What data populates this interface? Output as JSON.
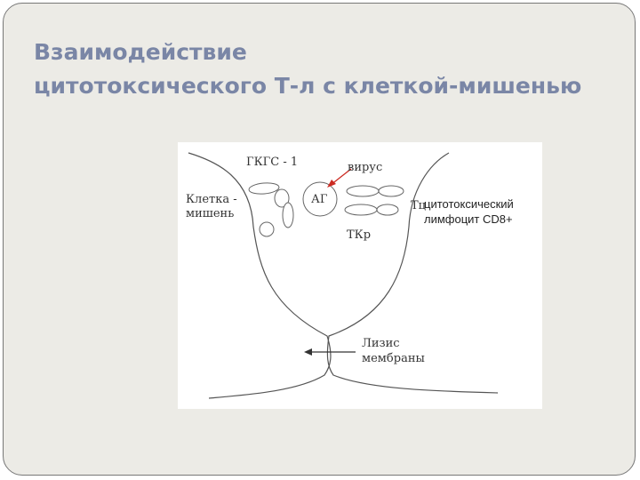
{
  "slide": {
    "title_line1": "Взаимодействие",
    "title_line2": "цитотоксического Т-л с клеткой-мишенью"
  },
  "diagram": {
    "labels": {
      "gkgs": "ГКГС - 1",
      "virus": "вирус",
      "target_cell_1": "Клетка -",
      "target_cell_2": "мишень",
      "antigen": "АГ",
      "tc": "Тц",
      "cytotoxic_1": "цитотоксический",
      "cytotoxic_2": "лимфоцит CD8+",
      "tkr": "ТКр",
      "lysis_1": "Лизис",
      "lysis_2": "мембраны"
    },
    "colors": {
      "arrow": "#cc2b22",
      "lines": "#555555"
    }
  }
}
